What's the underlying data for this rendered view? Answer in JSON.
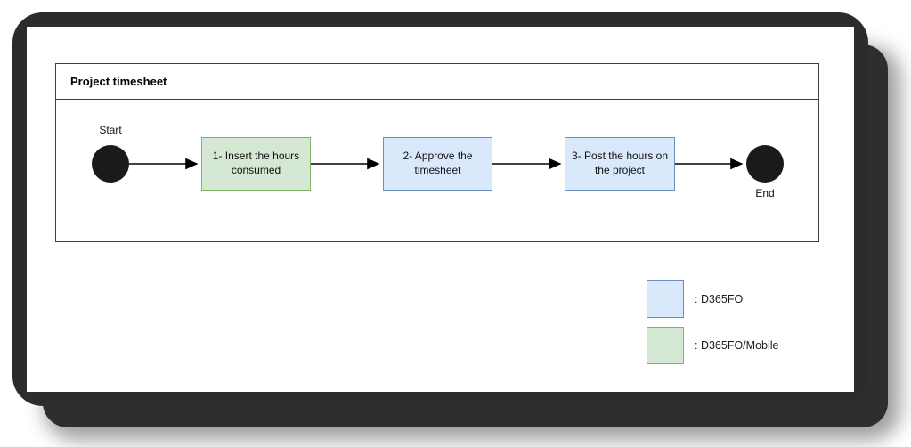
{
  "diagram": {
    "title": "Project timesheet",
    "nodes": [
      {
        "id": "start",
        "type": "start-event",
        "label": "Start",
        "fill": "#1a1a1a"
      },
      {
        "id": "step-1",
        "type": "process",
        "label": "1- Insert the hours consumed",
        "fill": "#d5e8d4",
        "border": "#82b366"
      },
      {
        "id": "step-2",
        "type": "process",
        "label": "2- Approve the timesheet",
        "fill": "#dae8fc",
        "border": "#6c8ebf"
      },
      {
        "id": "step-3",
        "type": "process",
        "label": "3- Post the hours on the project",
        "fill": "#dae8fc",
        "border": "#6c8ebf"
      },
      {
        "id": "end",
        "type": "end-event",
        "label": "End",
        "fill": "#1a1a1a"
      }
    ],
    "edges": [
      {
        "from": "start",
        "to": "step-1"
      },
      {
        "from": "step-1",
        "to": "step-2"
      },
      {
        "from": "step-2",
        "to": "step-3"
      },
      {
        "from": "step-3",
        "to": "end"
      }
    ]
  },
  "legend": {
    "items": [
      {
        "label": ": D365FO",
        "fill": "#dae8fc",
        "border": "#6c8ebf"
      },
      {
        "label": ": D365FO/Mobile",
        "fill": "#d5e8d4",
        "border": "#82b366"
      }
    ]
  },
  "colors": {
    "frame": "#2c2c2c",
    "pool_border": "#3f3f3f",
    "connector": "#000000",
    "background": "#ffffff"
  }
}
